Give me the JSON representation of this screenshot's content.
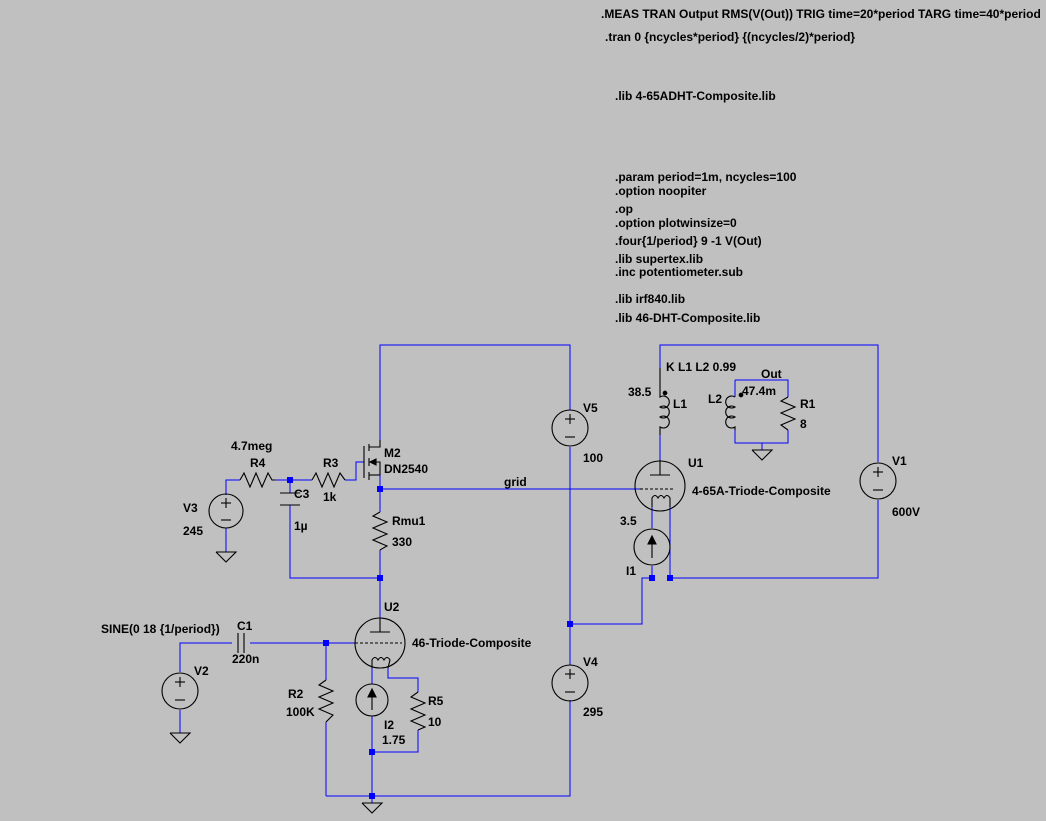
{
  "directives": {
    "meas": ".MEAS TRAN Output RMS(V(Out)) TRIG time=20*period TARG time=40*period",
    "tran": ".tran 0 {ncycles*period} {(ncycles/2)*period}",
    "lib1": ".lib 4-65ADHT-Composite.lib",
    "param": ".param period=1m, ncycles=100",
    "option1": ".option noopiter",
    "op": ".op",
    "option2": ".option plotwinsize=0",
    "four": ".four{1/period} 9 -1 V(Out)",
    "lib2": ".lib supertex.lib",
    "inc": ".inc potentiometer.sub",
    "lib3": ".lib irf840.lib",
    "lib4": ".lib 46-DHT-Composite.lib"
  },
  "components": {
    "m2": {
      "name": "M2",
      "model": "DN2540"
    },
    "r4": {
      "name": "R4",
      "value": "4.7meg"
    },
    "r3": {
      "name": "R3",
      "value": "1k"
    },
    "c3": {
      "name": "C3",
      "value": "1µ"
    },
    "v3": {
      "name": "V3",
      "value": "245"
    },
    "rmu1": {
      "name": "Rmu1",
      "value": "330"
    },
    "v5": {
      "name": "V5",
      "value": "100"
    },
    "u1": {
      "name": "U1",
      "model": "4-65A-Triode-Composite"
    },
    "i3": {
      "value": "3.5"
    },
    "i1": {
      "name": "I1"
    },
    "v1": {
      "name": "V1",
      "value": "600V"
    },
    "k": {
      "text": "K L1 L2 0.99"
    },
    "l1": {
      "name": "L1",
      "value": "38.5"
    },
    "l2": {
      "name": "L2",
      "value": "47.4m"
    },
    "r1": {
      "name": "R1",
      "value": "8"
    },
    "u2": {
      "name": "U2",
      "model": "46-Triode-Composite"
    },
    "c1": {
      "name": "C1",
      "value": "220n"
    },
    "v2": {
      "name": "V2",
      "value": "SINE(0 18 {1/period})"
    },
    "r2": {
      "name": "R2",
      "value": "100K"
    },
    "i2": {
      "name": "I2",
      "value": "1.75"
    },
    "r5": {
      "name": "R5",
      "value": "10"
    },
    "v4": {
      "name": "V4",
      "value": "295"
    }
  },
  "nets": {
    "grid": "grid",
    "out": "Out"
  },
  "colors": {
    "background": "#c0c0c0",
    "wire": "#0000ff",
    "component": "#000000"
  }
}
